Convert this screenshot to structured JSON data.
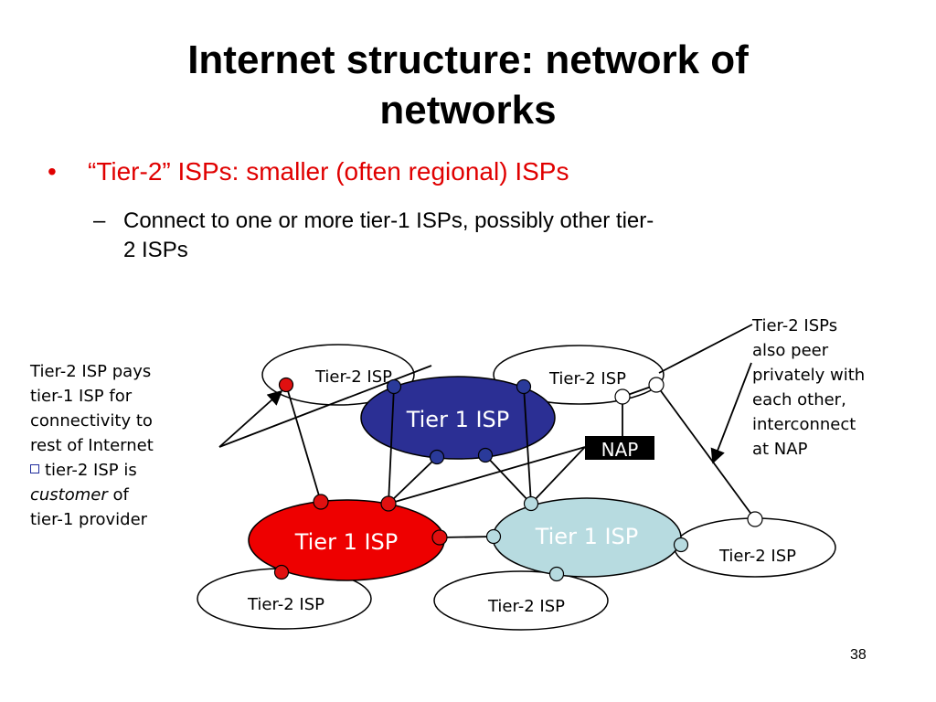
{
  "title_line1": "Internet structure: network of",
  "title_line2": "networks",
  "bullet": {
    "symbol": "•",
    "text": "“Tier-2” ISPs: smaller (often regional) ISPs"
  },
  "sub_bullet": {
    "symbol": "–",
    "line1": "Connect to one or more tier-1 ISPs, possibly other tier-",
    "line2": "2 ISPs"
  },
  "left_note": {
    "line1": "Tier-2 ISP pays",
    "line2": "tier-1 ISP for",
    "line3": "connectivity to",
    "line4": "rest of Internet",
    "line5": "tier-2 ISP is",
    "line6_italic": "customer",
    "line6_rest": " of",
    "line7": "tier-1 provider"
  },
  "right_note": {
    "line1": "Tier-2 ISPs",
    "line2": "also peer",
    "line3": "privately with",
    "line4": "each other,",
    "line5": "interconnect",
    "line6": "at NAP"
  },
  "diagram": {
    "tier1_top": "Tier 1 ISP",
    "tier1_left": "Tier 1 ISP",
    "tier1_right": "Tier 1 ISP",
    "tier2_top_left": "Tier-2 ISP",
    "tier2_top_right": "Tier-2 ISP",
    "tier2_right": "Tier-2 ISP",
    "tier2_bottom_left": "Tier-2 ISP",
    "tier2_bottom_mid": "Tier-2 ISP",
    "nap": "NAP"
  },
  "colors": {
    "tier1_blue": "#2b2f94",
    "tier1_red": "#ee0000",
    "tier1_light": "#b7dbe0",
    "router_blue": "#2a3a9a",
    "router_red": "#e01010",
    "router_light": "#b7dbe0",
    "router_white": "#ffffff"
  },
  "page_number": "38"
}
